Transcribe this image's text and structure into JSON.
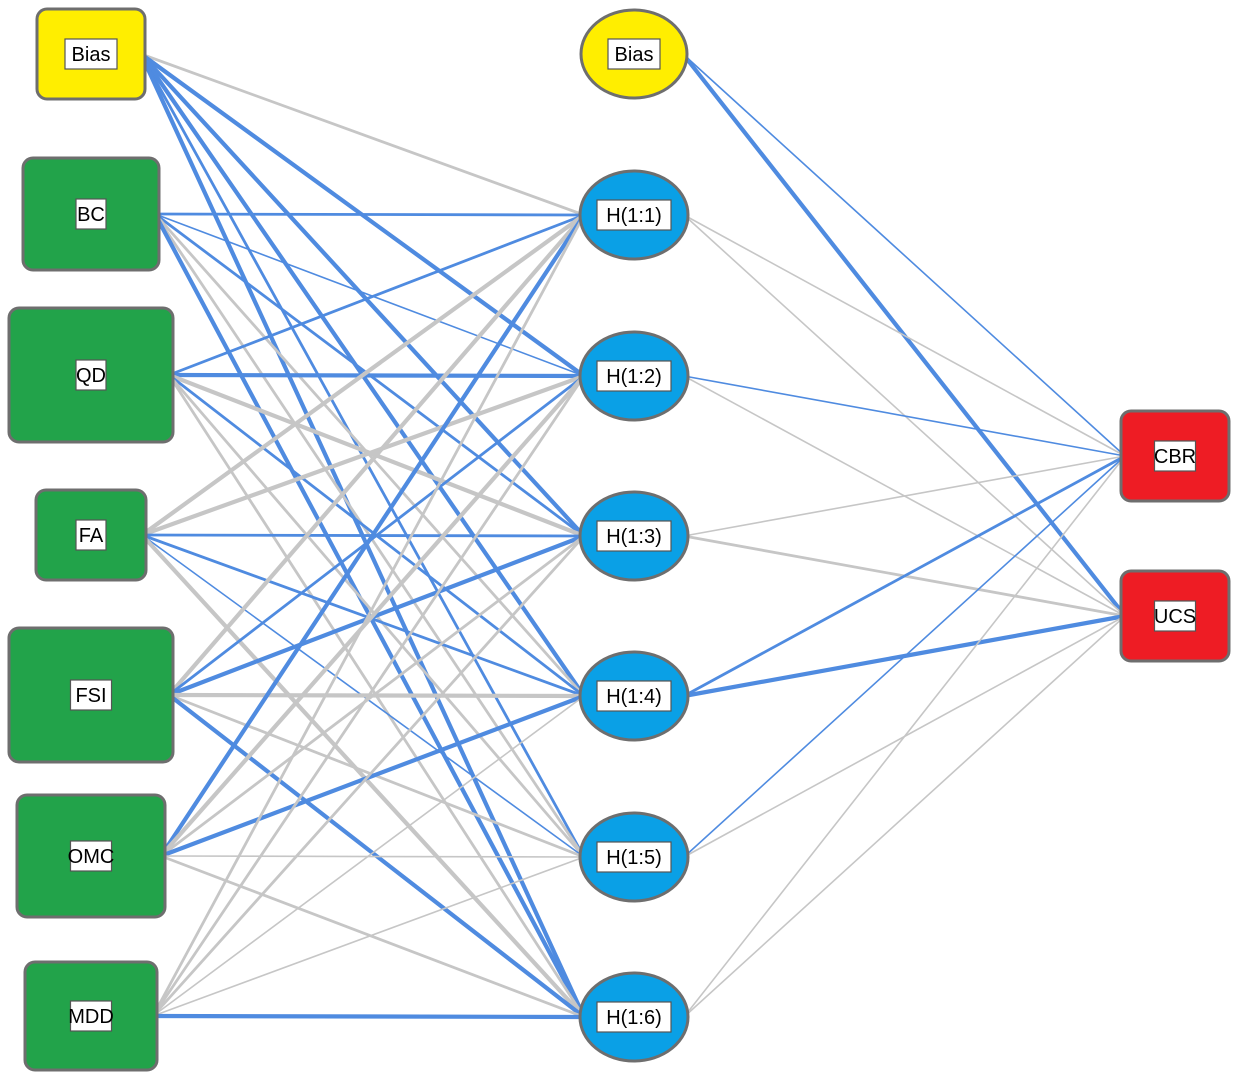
{
  "network": {
    "input_layer": {
      "bias": {
        "id": "in-bias",
        "label": "Bias"
      },
      "nodes": [
        {
          "id": "BC",
          "label": "BC"
        },
        {
          "id": "QD",
          "label": "QD"
        },
        {
          "id": "FA",
          "label": "FA"
        },
        {
          "id": "FSI",
          "label": "FSI"
        },
        {
          "id": "OMC",
          "label": "OMC"
        },
        {
          "id": "MDD",
          "label": "MDD"
        }
      ]
    },
    "hidden_layer": {
      "bias": {
        "id": "h-bias",
        "label": "Bias"
      },
      "nodes": [
        {
          "id": "H1",
          "label": "H(1:1)"
        },
        {
          "id": "H2",
          "label": "H(1:2)"
        },
        {
          "id": "H3",
          "label": "H(1:3)"
        },
        {
          "id": "H4",
          "label": "H(1:4)"
        },
        {
          "id": "H5",
          "label": "H(1:5)"
        },
        {
          "id": "H6",
          "label": "H(1:6)"
        }
      ]
    },
    "output_layer": {
      "nodes": [
        {
          "id": "CBR",
          "label": "CBR"
        },
        {
          "id": "UCS",
          "label": "UCS"
        }
      ]
    },
    "colors": {
      "bias_fill": "#ffee00",
      "input_fill": "#22a34a",
      "hidden_fill": "#0aa0e6",
      "output_fill": "#ee1c24",
      "node_border": "#6e6e6e",
      "weight_positive": "#4f8be0",
      "weight_negative": "#c6c6c6"
    },
    "legend_note": "",
    "connections": [
      {
        "from": "in-bias",
        "to": "H1",
        "sign": "neg",
        "strength": 2
      },
      {
        "from": "in-bias",
        "to": "H2",
        "sign": "pos",
        "strength": 3
      },
      {
        "from": "in-bias",
        "to": "H3",
        "sign": "pos",
        "strength": 3
      },
      {
        "from": "in-bias",
        "to": "H4",
        "sign": "pos",
        "strength": 3
      },
      {
        "from": "in-bias",
        "to": "H5",
        "sign": "pos",
        "strength": 2
      },
      {
        "from": "in-bias",
        "to": "H6",
        "sign": "pos",
        "strength": 3
      },
      {
        "from": "BC",
        "to": "H1",
        "sign": "pos",
        "strength": 2
      },
      {
        "from": "BC",
        "to": "H2",
        "sign": "pos",
        "strength": 1
      },
      {
        "from": "BC",
        "to": "H3",
        "sign": "pos",
        "strength": 2
      },
      {
        "from": "BC",
        "to": "H4",
        "sign": "neg",
        "strength": 2
      },
      {
        "from": "BC",
        "to": "H5",
        "sign": "neg",
        "strength": 2
      },
      {
        "from": "BC",
        "to": "H6",
        "sign": "pos",
        "strength": 3
      },
      {
        "from": "QD",
        "to": "H1",
        "sign": "pos",
        "strength": 2
      },
      {
        "from": "QD",
        "to": "H2",
        "sign": "pos",
        "strength": 3
      },
      {
        "from": "QD",
        "to": "H3",
        "sign": "neg",
        "strength": 3
      },
      {
        "from": "QD",
        "to": "H4",
        "sign": "pos",
        "strength": 2
      },
      {
        "from": "QD",
        "to": "H5",
        "sign": "neg",
        "strength": 2
      },
      {
        "from": "QD",
        "to": "H6",
        "sign": "neg",
        "strength": 2
      },
      {
        "from": "FA",
        "to": "H1",
        "sign": "neg",
        "strength": 3
      },
      {
        "from": "FA",
        "to": "H2",
        "sign": "neg",
        "strength": 3
      },
      {
        "from": "FA",
        "to": "H3",
        "sign": "pos",
        "strength": 2
      },
      {
        "from": "FA",
        "to": "H4",
        "sign": "pos",
        "strength": 2
      },
      {
        "from": "FA",
        "to": "H5",
        "sign": "pos",
        "strength": 1
      },
      {
        "from": "FA",
        "to": "H6",
        "sign": "neg",
        "strength": 3
      },
      {
        "from": "FSI",
        "to": "H1",
        "sign": "neg",
        "strength": 3
      },
      {
        "from": "FSI",
        "to": "H2",
        "sign": "pos",
        "strength": 2
      },
      {
        "from": "FSI",
        "to": "H3",
        "sign": "pos",
        "strength": 3
      },
      {
        "from": "FSI",
        "to": "H4",
        "sign": "neg",
        "strength": 3
      },
      {
        "from": "FSI",
        "to": "H5",
        "sign": "neg",
        "strength": 2
      },
      {
        "from": "FSI",
        "to": "H6",
        "sign": "pos",
        "strength": 3
      },
      {
        "from": "OMC",
        "to": "H1",
        "sign": "pos",
        "strength": 3
      },
      {
        "from": "OMC",
        "to": "H2",
        "sign": "neg",
        "strength": 3
      },
      {
        "from": "OMC",
        "to": "H3",
        "sign": "neg",
        "strength": 2
      },
      {
        "from": "OMC",
        "to": "H4",
        "sign": "pos",
        "strength": 3
      },
      {
        "from": "OMC",
        "to": "H5",
        "sign": "neg",
        "strength": 1
      },
      {
        "from": "OMC",
        "to": "H6",
        "sign": "neg",
        "strength": 2
      },
      {
        "from": "MDD",
        "to": "H1",
        "sign": "neg",
        "strength": 2
      },
      {
        "from": "MDD",
        "to": "H2",
        "sign": "neg",
        "strength": 2
      },
      {
        "from": "MDD",
        "to": "H3",
        "sign": "neg",
        "strength": 2
      },
      {
        "from": "MDD",
        "to": "H4",
        "sign": "neg",
        "strength": 1
      },
      {
        "from": "MDD",
        "to": "H5",
        "sign": "neg",
        "strength": 1
      },
      {
        "from": "MDD",
        "to": "H6",
        "sign": "pos",
        "strength": 3
      },
      {
        "from": "h-bias",
        "to": "CBR",
        "sign": "pos",
        "strength": 1
      },
      {
        "from": "h-bias",
        "to": "UCS",
        "sign": "pos",
        "strength": 3
      },
      {
        "from": "H1",
        "to": "CBR",
        "sign": "neg",
        "strength": 1
      },
      {
        "from": "H1",
        "to": "UCS",
        "sign": "neg",
        "strength": 1
      },
      {
        "from": "H2",
        "to": "CBR",
        "sign": "pos",
        "strength": 1
      },
      {
        "from": "H2",
        "to": "UCS",
        "sign": "neg",
        "strength": 1
      },
      {
        "from": "H3",
        "to": "CBR",
        "sign": "neg",
        "strength": 1
      },
      {
        "from": "H3",
        "to": "UCS",
        "sign": "neg",
        "strength": 2
      },
      {
        "from": "H4",
        "to": "CBR",
        "sign": "pos",
        "strength": 2
      },
      {
        "from": "H4",
        "to": "UCS",
        "sign": "pos",
        "strength": 3
      },
      {
        "from": "H5",
        "to": "CBR",
        "sign": "pos",
        "strength": 1
      },
      {
        "from": "H5",
        "to": "UCS",
        "sign": "neg",
        "strength": 1
      },
      {
        "from": "H6",
        "to": "CBR",
        "sign": "neg",
        "strength": 1
      },
      {
        "from": "H6",
        "to": "UCS",
        "sign": "neg",
        "strength": 1
      }
    ]
  }
}
